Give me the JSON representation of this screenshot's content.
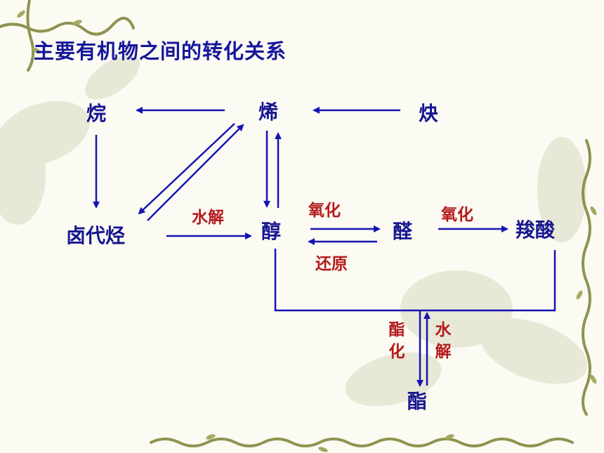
{
  "title": "主要有机物之间的转化关系",
  "nodes": {
    "alkane": "烷",
    "alkene": "烯",
    "alkyne": "炔",
    "haloalkane": "卤代烃",
    "alcohol": "醇",
    "aldehyde": "醛",
    "carboxylic_acid": "羧酸",
    "ester": "酯"
  },
  "labels": {
    "hydrolysis": "水解",
    "oxidation_1": "氧化",
    "reduction": "还原",
    "oxidation_2": "氧化",
    "esterification": "酯化",
    "ester_hydrolysis": "水解"
  },
  "colors": {
    "arrow": "#1414b4",
    "node_text": "#161690",
    "label_text": "#b51a1a",
    "vine": "#8d9450"
  }
}
